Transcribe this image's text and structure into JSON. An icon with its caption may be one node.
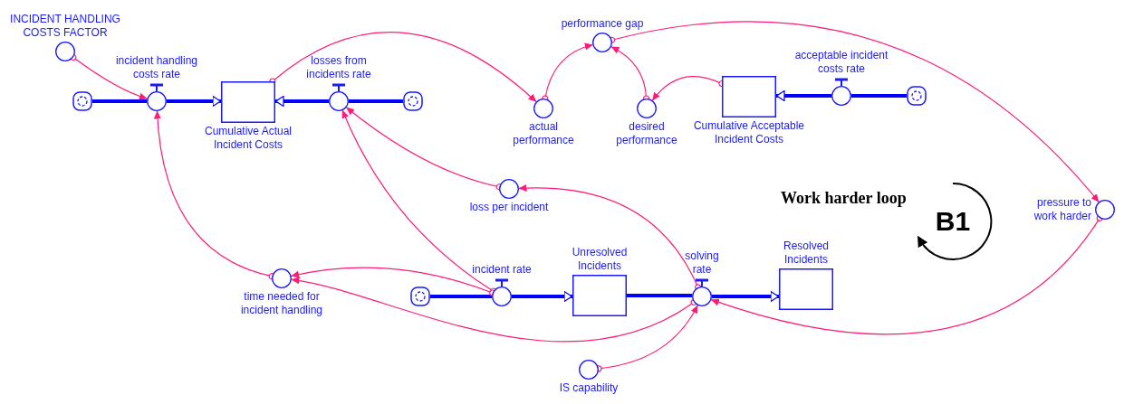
{
  "diagram": {
    "nodes": [
      {
        "text": [
          "INCIDENT HANDLING COSTS FACTOR"
        ]
      },
      {
        "text": [
          "incident handling costs rate"
        ]
      },
      {
        "text": [],
        "shape": "cloud"
      },
      {
        "text": [
          "Cumulative Actual Incident Costs"
        ]
      },
      {
        "text": [
          "losses from incidents rate"
        ]
      },
      {
        "text": [],
        "shape": "cloud"
      },
      {
        "text": [
          "performance gap"
        ]
      },
      {
        "text": [
          "actual performance"
        ]
      },
      {
        "text": [
          "desired performance"
        ]
      },
      {
        "text": [
          "Cumulative Acceptable Incident Costs"
        ]
      },
      {
        "text": [
          "acceptable incident costs rate"
        ]
      },
      {
        "text": [],
        "shape": "cloud"
      },
      {
        "text": [
          "pressure to work harder"
        ]
      },
      {
        "text": [
          "loss per incident"
        ]
      },
      {
        "text": [
          "time needed for incident handling"
        ]
      },
      {
        "text": [],
        "shape": "cloud"
      },
      {
        "text": [
          "incident rate"
        ]
      },
      {
        "text": [
          "Unresolved Incidents"
        ]
      },
      {
        "text": [
          "solving rate"
        ]
      },
      {
        "text": [
          "Resolved Incidents"
        ]
      },
      {
        "text": [
          "IS capability"
        ]
      }
    ],
    "edges": [
      {
        "from": 2,
        "to": 1,
        "arrow": "none",
        "style": "thick",
        "color": "#0000ff"
      },
      {
        "from": 1,
        "to": 3,
        "arrow": "to",
        "style": "thick",
        "color": "#0000ff"
      },
      {
        "from": 5,
        "to": 4,
        "arrow": "none",
        "style": "thick",
        "color": "#0000ff"
      },
      {
        "from": 4,
        "to": 3,
        "arrow": "to",
        "style": "thick",
        "color": "#0000ff"
      },
      {
        "from": 11,
        "to": 10,
        "arrow": "none",
        "style": "thick",
        "color": "#0000ff"
      },
      {
        "from": 10,
        "to": 9,
        "arrow": "to",
        "style": "thick",
        "color": "#0000ff"
      },
      {
        "from": 15,
        "to": 16,
        "arrow": "none",
        "style": "thick",
        "color": "#0000ff"
      },
      {
        "from": 16,
        "to": 17,
        "arrow": "to",
        "style": "thick",
        "color": "#0000ff"
      },
      {
        "from": 17,
        "to": 18,
        "arrow": "none",
        "style": "thick",
        "color": "#0000ff"
      },
      {
        "from": 18,
        "to": 19,
        "arrow": "to",
        "style": "thick",
        "color": "#0000ff"
      },
      {
        "from": 0,
        "to": 1,
        "arrow": "to"
      },
      {
        "from": 3,
        "to": 7,
        "arrow": "to"
      },
      {
        "from": 7,
        "to": 6,
        "arrow": "to"
      },
      {
        "from": 8,
        "to": 6,
        "arrow": "to"
      },
      {
        "from": 9,
        "to": 8,
        "arrow": "to"
      },
      {
        "from": 6,
        "to": 12,
        "arrow": "to"
      },
      {
        "from": 12,
        "to": 18,
        "arrow": "to"
      },
      {
        "from": 13,
        "to": 4,
        "arrow": "to"
      },
      {
        "from": 18,
        "to": 13,
        "arrow": "to"
      },
      {
        "from": 16,
        "to": 4,
        "arrow": "to"
      },
      {
        "from": 16,
        "to": 14,
        "arrow": "to"
      },
      {
        "from": 14,
        "to": 1,
        "arrow": "to"
      },
      {
        "from": 18,
        "to": 14,
        "arrow": "to"
      },
      {
        "from": 20,
        "to": 18,
        "arrow": "to"
      }
    ],
    "labels": [
      "Work harder loop",
      "B1"
    ]
  }
}
